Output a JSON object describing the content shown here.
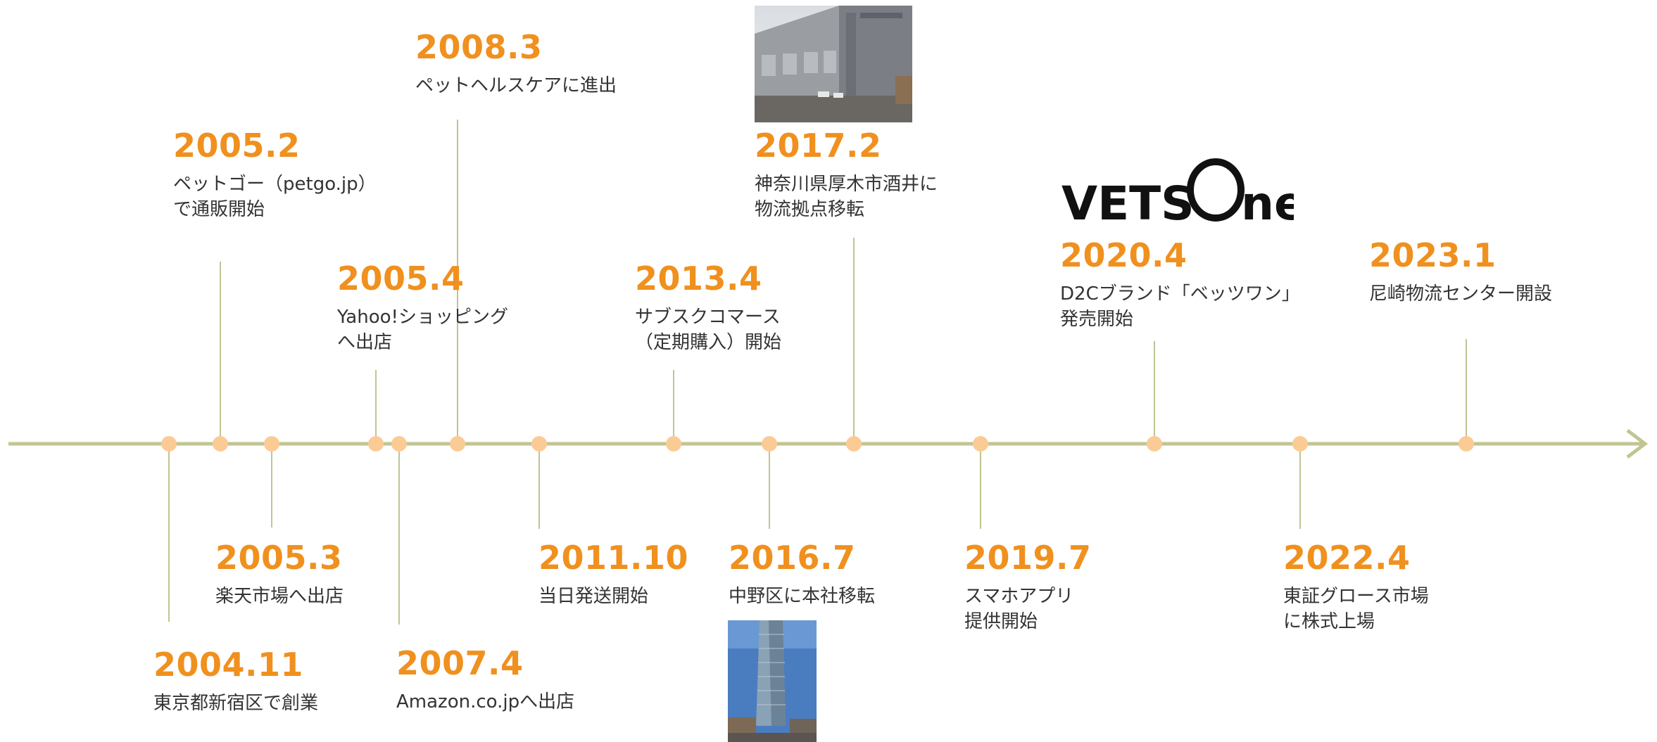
{
  "colors": {
    "axis": "#c2c493",
    "dot": "#fbcb95",
    "year": "#f0901e",
    "text": "#333333"
  },
  "events": [
    {
      "year": "2004.11",
      "desc": [
        "東京都新宿区で創業"
      ]
    },
    {
      "year": "2005.2",
      "desc": [
        "ペットゴー（petgo.jp）",
        "で通販開始"
      ]
    },
    {
      "year": "2005.3",
      "desc": [
        "楽天市場へ出店"
      ]
    },
    {
      "year": "2005.4",
      "desc": [
        "Yahoo!ショッピング",
        "へ出店"
      ]
    },
    {
      "year": "2007.4",
      "desc": [
        "Amazon.co.jpへ出店"
      ]
    },
    {
      "year": "2008.3",
      "desc": [
        "ペットヘルスケアに進出"
      ]
    },
    {
      "year": "2011.10",
      "desc": [
        "当日発送開始"
      ]
    },
    {
      "year": "2013.4",
      "desc": [
        "サブスクコマース",
        "（定期購入）開始"
      ]
    },
    {
      "year": "2016.7",
      "desc": [
        "中野区に本社移転"
      ]
    },
    {
      "year": "2017.2",
      "desc": [
        "神奈川県厚木市酒井に",
        "物流拠点移転"
      ]
    },
    {
      "year": "2019.7",
      "desc": [
        "スマホアプリ",
        "提供開始"
      ]
    },
    {
      "year": "2020.4",
      "desc": [
        "D2Cブランド「ベッツワン」",
        "発売開始"
      ]
    },
    {
      "year": "2022.4",
      "desc": [
        "東証グロース市場",
        "に株式上場"
      ]
    },
    {
      "year": "2023.1",
      "desc": [
        "尼崎物流センター開設"
      ]
    }
  ],
  "logo": {
    "text_left": "VETS",
    "text_right": "ne"
  },
  "images": [
    {
      "name": "warehouse-photo",
      "caption": ""
    },
    {
      "name": "headquarters-building-photo",
      "caption": ""
    }
  ]
}
